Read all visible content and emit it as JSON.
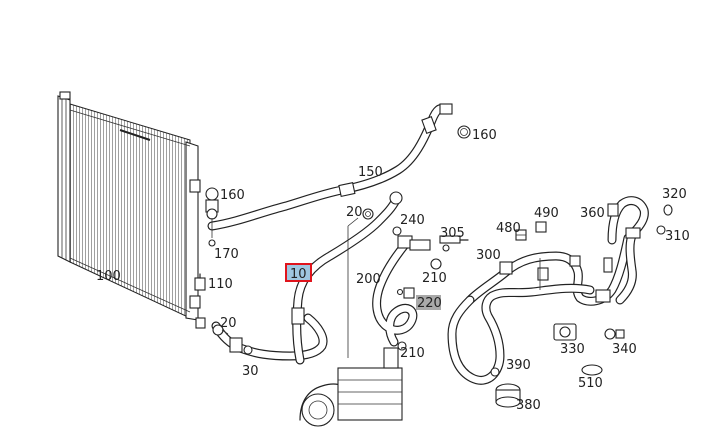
{
  "diagram": {
    "selected_part": "10",
    "highlighted_part": "220",
    "colors": {
      "selected_fill": "#9fc6e0",
      "selected_border": "#e0141c",
      "highlight_fill": "#a9a9a9"
    },
    "callouts": {
      "c10": "10",
      "c20a": "20",
      "c20b": "20",
      "c30": "30",
      "c100": "100",
      "c110": "110",
      "c150": "150",
      "c160a": "160",
      "c160b": "160",
      "c170": "170",
      "c200": "200",
      "c210a": "210",
      "c210b": "210",
      "c220": "220",
      "c240": "240",
      "c300": "300",
      "c305": "305",
      "c310": "310",
      "c320": "320",
      "c330": "330",
      "c340": "340",
      "c360": "360",
      "c380": "380",
      "c390": "390",
      "c480": "480",
      "c490": "490",
      "c510": "510"
    }
  }
}
